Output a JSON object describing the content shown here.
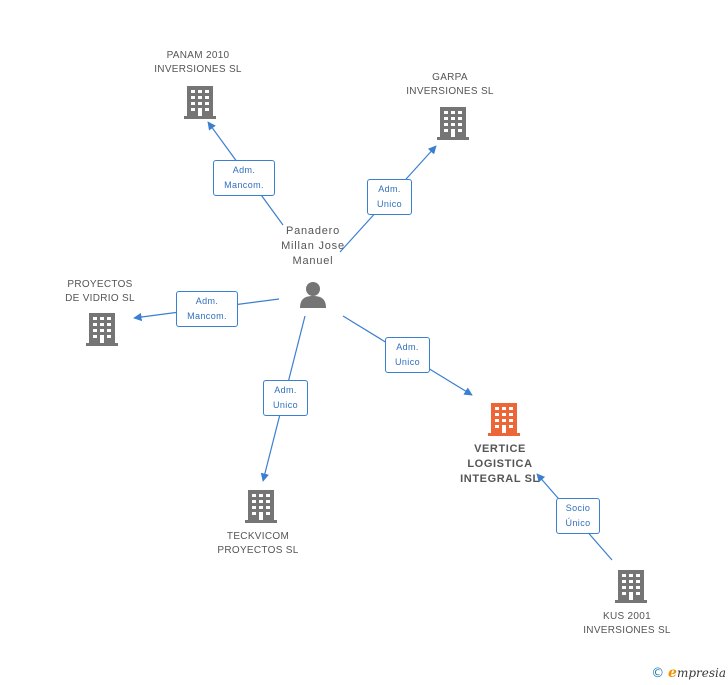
{
  "colors": {
    "company": "#757575",
    "main_company": "#ec6638",
    "person": "#757575",
    "link": "#3b7fd1",
    "label_text": "#555555"
  },
  "person": {
    "name_line1": "Panadero",
    "name_line2": "Millan Jose",
    "name_line3": "Manuel",
    "icon": "person-icon"
  },
  "companies": [
    {
      "id": "panam",
      "line1": "PANAM 2010",
      "line2": "INVERSIONES SL",
      "icon": "building-icon"
    },
    {
      "id": "garpa",
      "line1": "GARPA",
      "line2": "INVERSIONES SL",
      "icon": "building-icon"
    },
    {
      "id": "proyectos",
      "line1": "PROYECTOS",
      "line2": "DE VIDRIO SL",
      "icon": "building-icon"
    },
    {
      "id": "teckvicom",
      "line1": "TECKVICOM",
      "line2": "PROYECTOS SL",
      "icon": "building-icon"
    },
    {
      "id": "vertice",
      "line1": "VERTICE",
      "line2": "LOGISTICA",
      "line3": "INTEGRAL SL",
      "icon": "building-icon",
      "main": true
    },
    {
      "id": "kus",
      "line1": "KUS 2001",
      "line2": "INVERSIONES SL",
      "icon": "building-icon"
    }
  ],
  "relations": [
    {
      "id": "r-panam",
      "line1": "Adm.",
      "line2": "Mancom."
    },
    {
      "id": "r-garpa",
      "line1": "Adm.",
      "line2": "Unico"
    },
    {
      "id": "r-proyectos",
      "line1": "Adm.",
      "line2": "Mancom."
    },
    {
      "id": "r-teckvicom",
      "line1": "Adm.",
      "line2": "Unico"
    },
    {
      "id": "r-vertice",
      "line1": "Adm.",
      "line2": "Unico"
    },
    {
      "id": "r-kus",
      "line1": "Socio",
      "line2": "Único"
    }
  ],
  "footer": {
    "copyright_symbol": "©",
    "brand_initial": "e",
    "brand_rest": "mpresia"
  }
}
